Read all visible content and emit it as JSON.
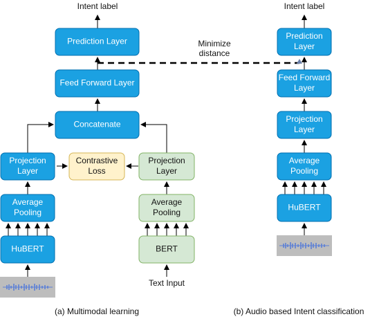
{
  "colors": {
    "blue_fill": "#1ba1e2",
    "blue_stroke": "#006eaf",
    "green_fill": "#d5e8d4",
    "green_stroke": "#82b366",
    "yellow_fill": "#fff2cc",
    "yellow_stroke": "#d6b656",
    "waveform_bg": "#bdbdbd",
    "waveform": "#5a7fd6"
  },
  "left": {
    "output_label": "Intent label",
    "prediction_layer": "Prediction Layer",
    "feed_forward_layer": "Feed Forward Layer",
    "concatenate": "Concatenate",
    "audio_projection": [
      "Projection",
      "Layer"
    ],
    "contrastive_loss": [
      "Contrastive",
      "Loss"
    ],
    "text_projection": [
      "Projection",
      "Layer"
    ],
    "audio_pooling": [
      "Average",
      "Pooling"
    ],
    "text_pooling": [
      "Average",
      "Pooling"
    ],
    "hubert": "HuBERT",
    "bert": "BERT",
    "text_input": "Text Input",
    "caption": "(a) Multimodal learning"
  },
  "link_label": [
    "Minimize",
    "distance"
  ],
  "right": {
    "output_label": "Intent label",
    "prediction_layer": [
      "Prediction",
      "Layer"
    ],
    "feed_forward_layer": [
      "Feed Forward",
      "Layer"
    ],
    "projection_layer": [
      "Projection",
      "Layer"
    ],
    "average_pooling": [
      "Average",
      "Pooling"
    ],
    "hubert": "HuBERT",
    "caption": "(b) Audio based Intent classification"
  }
}
